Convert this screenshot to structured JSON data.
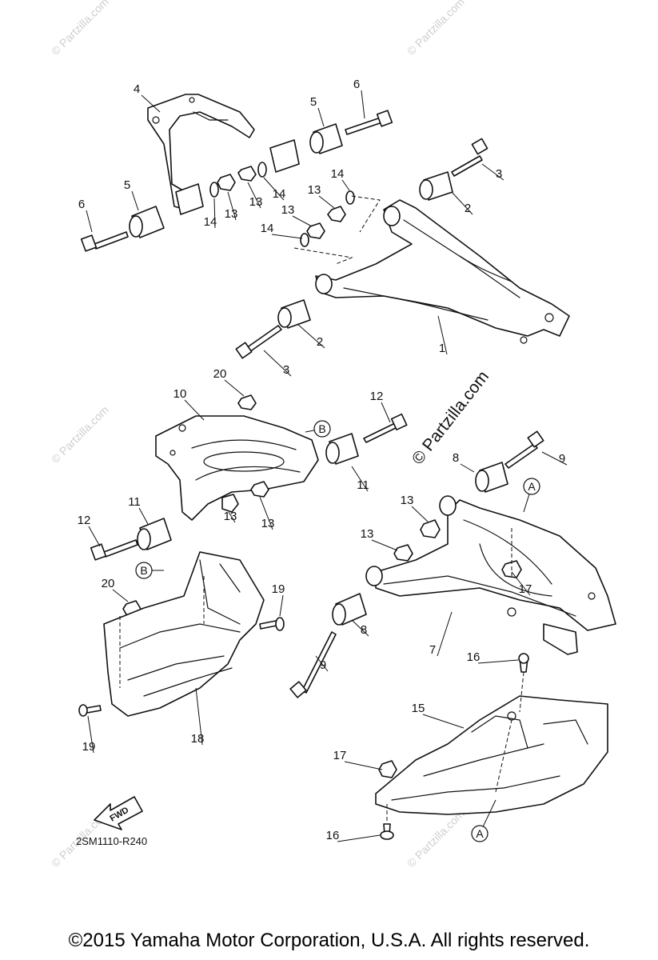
{
  "diagram": {
    "code": "2SM1110-R240",
    "fwd_label": "FWD",
    "watermark_main": "© Partzilla.com",
    "watermark_faint": "© Partzilla.com",
    "callouts": [
      "1",
      "2",
      "2",
      "3",
      "3",
      "4",
      "5",
      "5",
      "6",
      "6",
      "7",
      "8",
      "8",
      "9",
      "9",
      "10",
      "11",
      "11",
      "12",
      "12",
      "13",
      "13",
      "13",
      "13",
      "13",
      "13",
      "13",
      "13",
      "14",
      "14",
      "14",
      "14",
      "15",
      "16",
      "16",
      "17",
      "17",
      "18",
      "19",
      "19",
      "20",
      "20"
    ],
    "ref_markers": [
      "A",
      "A",
      "B",
      "B"
    ]
  },
  "footer": {
    "copyright": "©2015 Yamaha Motor Corporation, U.S.A. All rights reserved."
  }
}
